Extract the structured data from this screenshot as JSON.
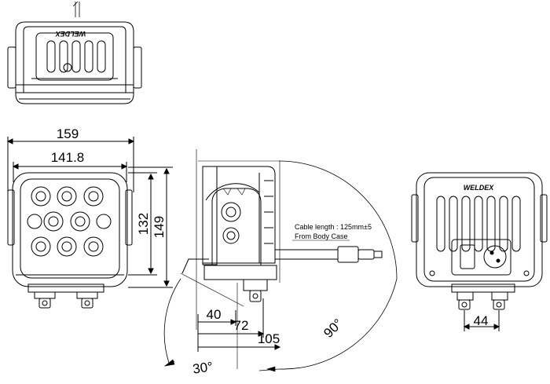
{
  "brand": "WELDEX",
  "dimensions": {
    "overall_width": "159",
    "lens_width": "141.8",
    "lens_height": "132",
    "overall_height": "149",
    "side_40": "40",
    "side_72": "72",
    "side_105": "105",
    "rear_44": "44"
  },
  "angles": {
    "tilt_down": "30°",
    "tilt_up": "90°"
  },
  "cable_note": {
    "line1": "Cable length : 125mm±5",
    "line2": "From Body Case"
  }
}
